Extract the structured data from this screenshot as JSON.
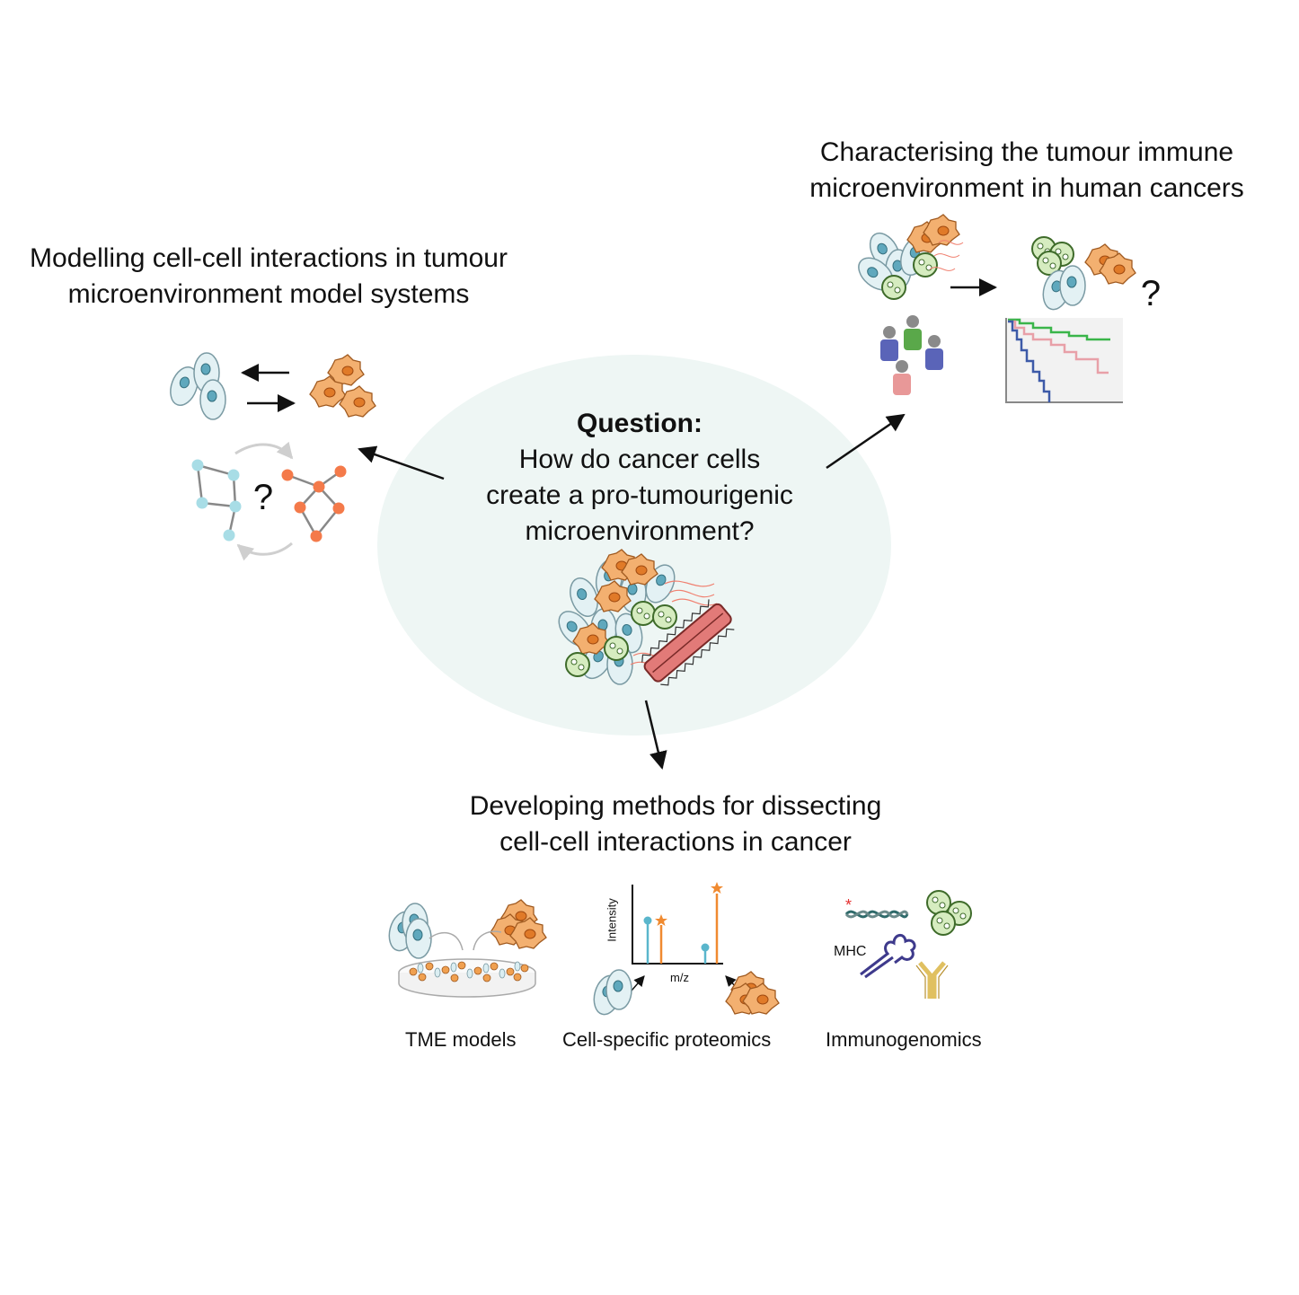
{
  "center": {
    "title": "Question:",
    "lines": [
      "How do cancer cells",
      "create a pro-tumourigenic",
      "microenvironment?"
    ]
  },
  "left_section": {
    "lines": [
      "Modelling cell-cell interactions in tumour",
      "microenvironment model systems"
    ],
    "question_mark": "?"
  },
  "right_section": {
    "lines": [
      "Characterising the tumour immune",
      "microenvironment in human cancers"
    ],
    "question_mark": "?"
  },
  "bottom_section": {
    "lines": [
      "Developing methods for dissecting",
      "cell-cell interactions in cancer"
    ],
    "panels": [
      {
        "label": "TME models"
      },
      {
        "label": "Cell-specific proteomics"
      },
      {
        "label": "Immunogenomics"
      }
    ],
    "spectrum": {
      "y_axis": "Intensity",
      "x_axis": "m/z"
    },
    "mhc_label": "MHC"
  },
  "colors": {
    "ellipse": "#eef6f4",
    "cell_blue": "#dbeef2",
    "cell_orange": "#f0a050",
    "node_blue": "#a8dde6",
    "node_orange": "#f47a4a",
    "km_green": "#3ab54a",
    "km_pink": "#e8a0a8",
    "km_blue": "#3d5aa8"
  }
}
